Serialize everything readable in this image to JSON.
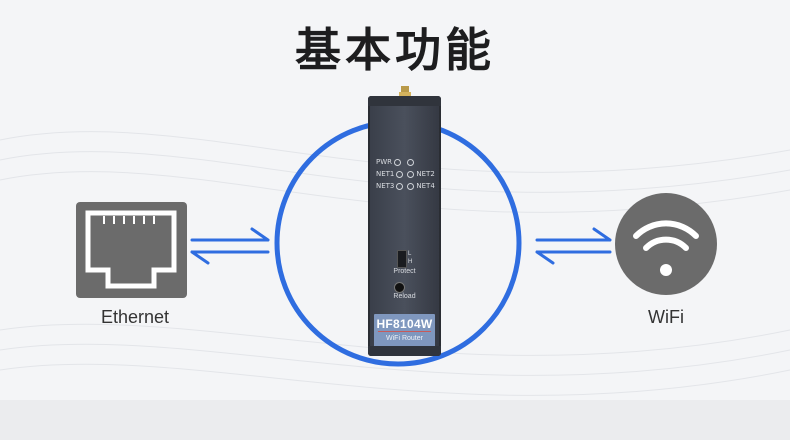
{
  "title": "基本功能",
  "ethernet": {
    "label": "Ethernet",
    "icon": "ethernet-port-icon"
  },
  "wifi": {
    "label": "WiFi",
    "icon": "wifi-icon"
  },
  "device": {
    "model": "HF8104W",
    "type": "WiFi Router",
    "leds": {
      "pwr": "PWR",
      "net1": "NET1",
      "net2": "NET2",
      "net3": "NET3",
      "net4": "NET4"
    },
    "switch": {
      "label": "Protect",
      "low": "L",
      "high": "H"
    },
    "reload_label": "Reload"
  },
  "colors": {
    "ring": "#2f6de0",
    "arrow": "#2f6de0",
    "icon_gray": "#6b6b6b",
    "badge": "#7f97be",
    "device_body": "#424753"
  }
}
